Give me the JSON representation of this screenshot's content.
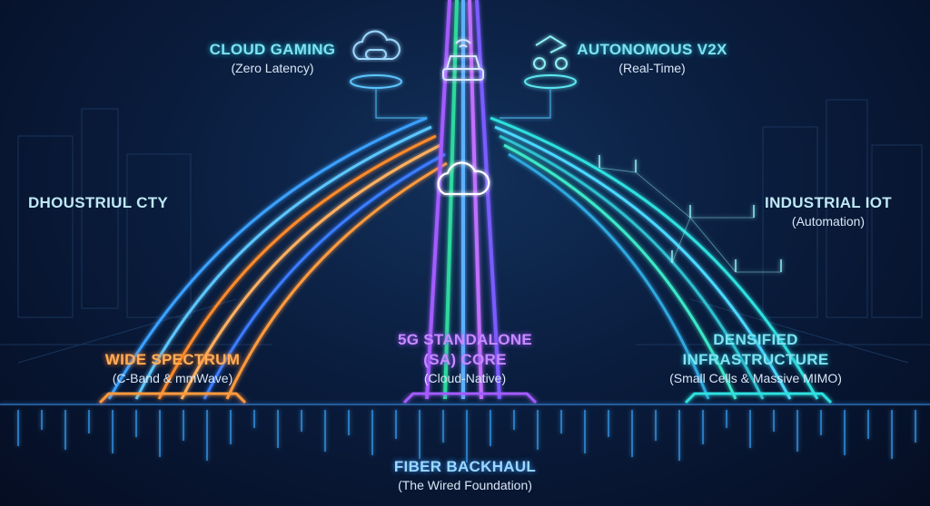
{
  "labels": {
    "cloud_gaming": {
      "title": "CLOUD GAMING",
      "subtitle": "(Zero Latency)"
    },
    "autonomous_v2x": {
      "title": "AUTONOMOUS V2X",
      "subtitle": "(Real-Time)"
    },
    "industrial_city": {
      "title": "DHOUSTRIUL CTY"
    },
    "industrial_iot": {
      "title": "INDUSTRIAL IOT",
      "subtitle": "(Automation)"
    },
    "wide_spectrum": {
      "title": "WIDE SPECTRUM",
      "subtitle": "(C-Band & mmWave)"
    },
    "sa_core": {
      "title_line1": "5G STANDALONE",
      "title_line2": "(SA) CORE",
      "subtitle": "(Cloud-Native)"
    },
    "densified": {
      "title_line1": "DENSIFIED",
      "title_line2": "INFRASTRUCTURE",
      "subtitle": "(Small Cells & Massive MIMO)"
    },
    "fiber": {
      "title": "FIBER BACKHAUL",
      "subtitle": "(The Wired Foundation)"
    }
  },
  "icons": [
    "game-controller-cloud-icon",
    "car-icon",
    "robot-arm-gears-icon",
    "cloud-icon",
    "cell-tower-icon"
  ],
  "colors": {
    "spectrum": "#ff9a3c",
    "core": "#a35cff",
    "infrastructure": "#2fe0e0",
    "fiber": "#3aa8ff"
  }
}
